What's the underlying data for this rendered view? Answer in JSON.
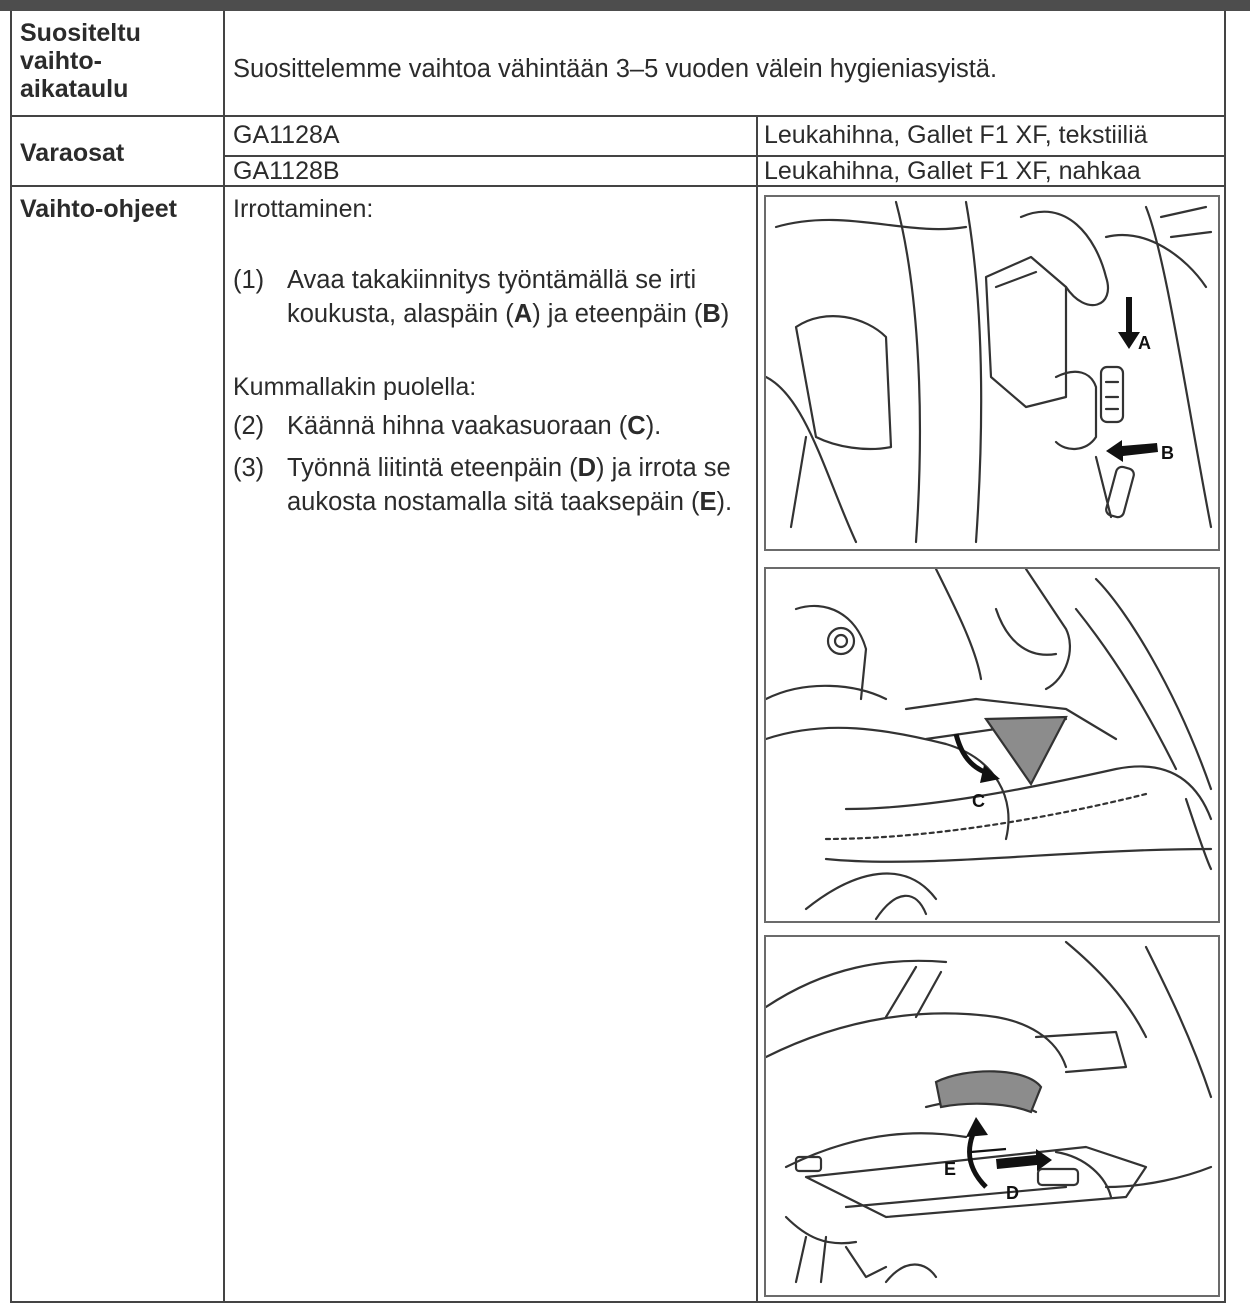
{
  "schedule": {
    "label_line1": "Suositeltu",
    "label_line2": "vaihto-",
    "label_line3": "aikataulu",
    "text": "Suosittelemme vaihtoa vähintään 3–5 vuoden välein hygieniasyistä."
  },
  "parts": {
    "label": "Varaosat",
    "rows": [
      {
        "code": "GA1128A",
        "desc": "Leukahihna, Gallet F1 XF, tekstiiliä"
      },
      {
        "code": "GA1128B",
        "desc": "Leukahihna, Gallet F1 XF, nahkaa"
      }
    ]
  },
  "instructions": {
    "label": "Vaihto-ohjeet",
    "heading": "Irrottaminen:",
    "step1_num": "(1)",
    "step1_a": "Avaa takakiinnitys työntämällä se irti koukusta, alaspäin (",
    "step1_b": "A",
    "step1_c": ") ja eteenpäin (",
    "step1_d": "B",
    "step1_e": ")",
    "subheading": "Kummallakin puolella:",
    "step2_num": "(2)",
    "step2_a": "Käännä hihna vaakasuoraan (",
    "step2_b": "C",
    "step2_c": ").",
    "step3_num": "(3)",
    "step3_a": "Työnnä liitintä eteenpäin (",
    "step3_b": "D",
    "step3_c": ") ja irrota se aukosta nostamalla sitä taaksepäin (",
    "step3_d": "E",
    "step3_e": ")."
  },
  "figures": {
    "fig1_labels": [
      "A",
      "B"
    ],
    "fig2_labels": [
      "C"
    ],
    "fig3_labels": [
      "E",
      "D"
    ]
  }
}
